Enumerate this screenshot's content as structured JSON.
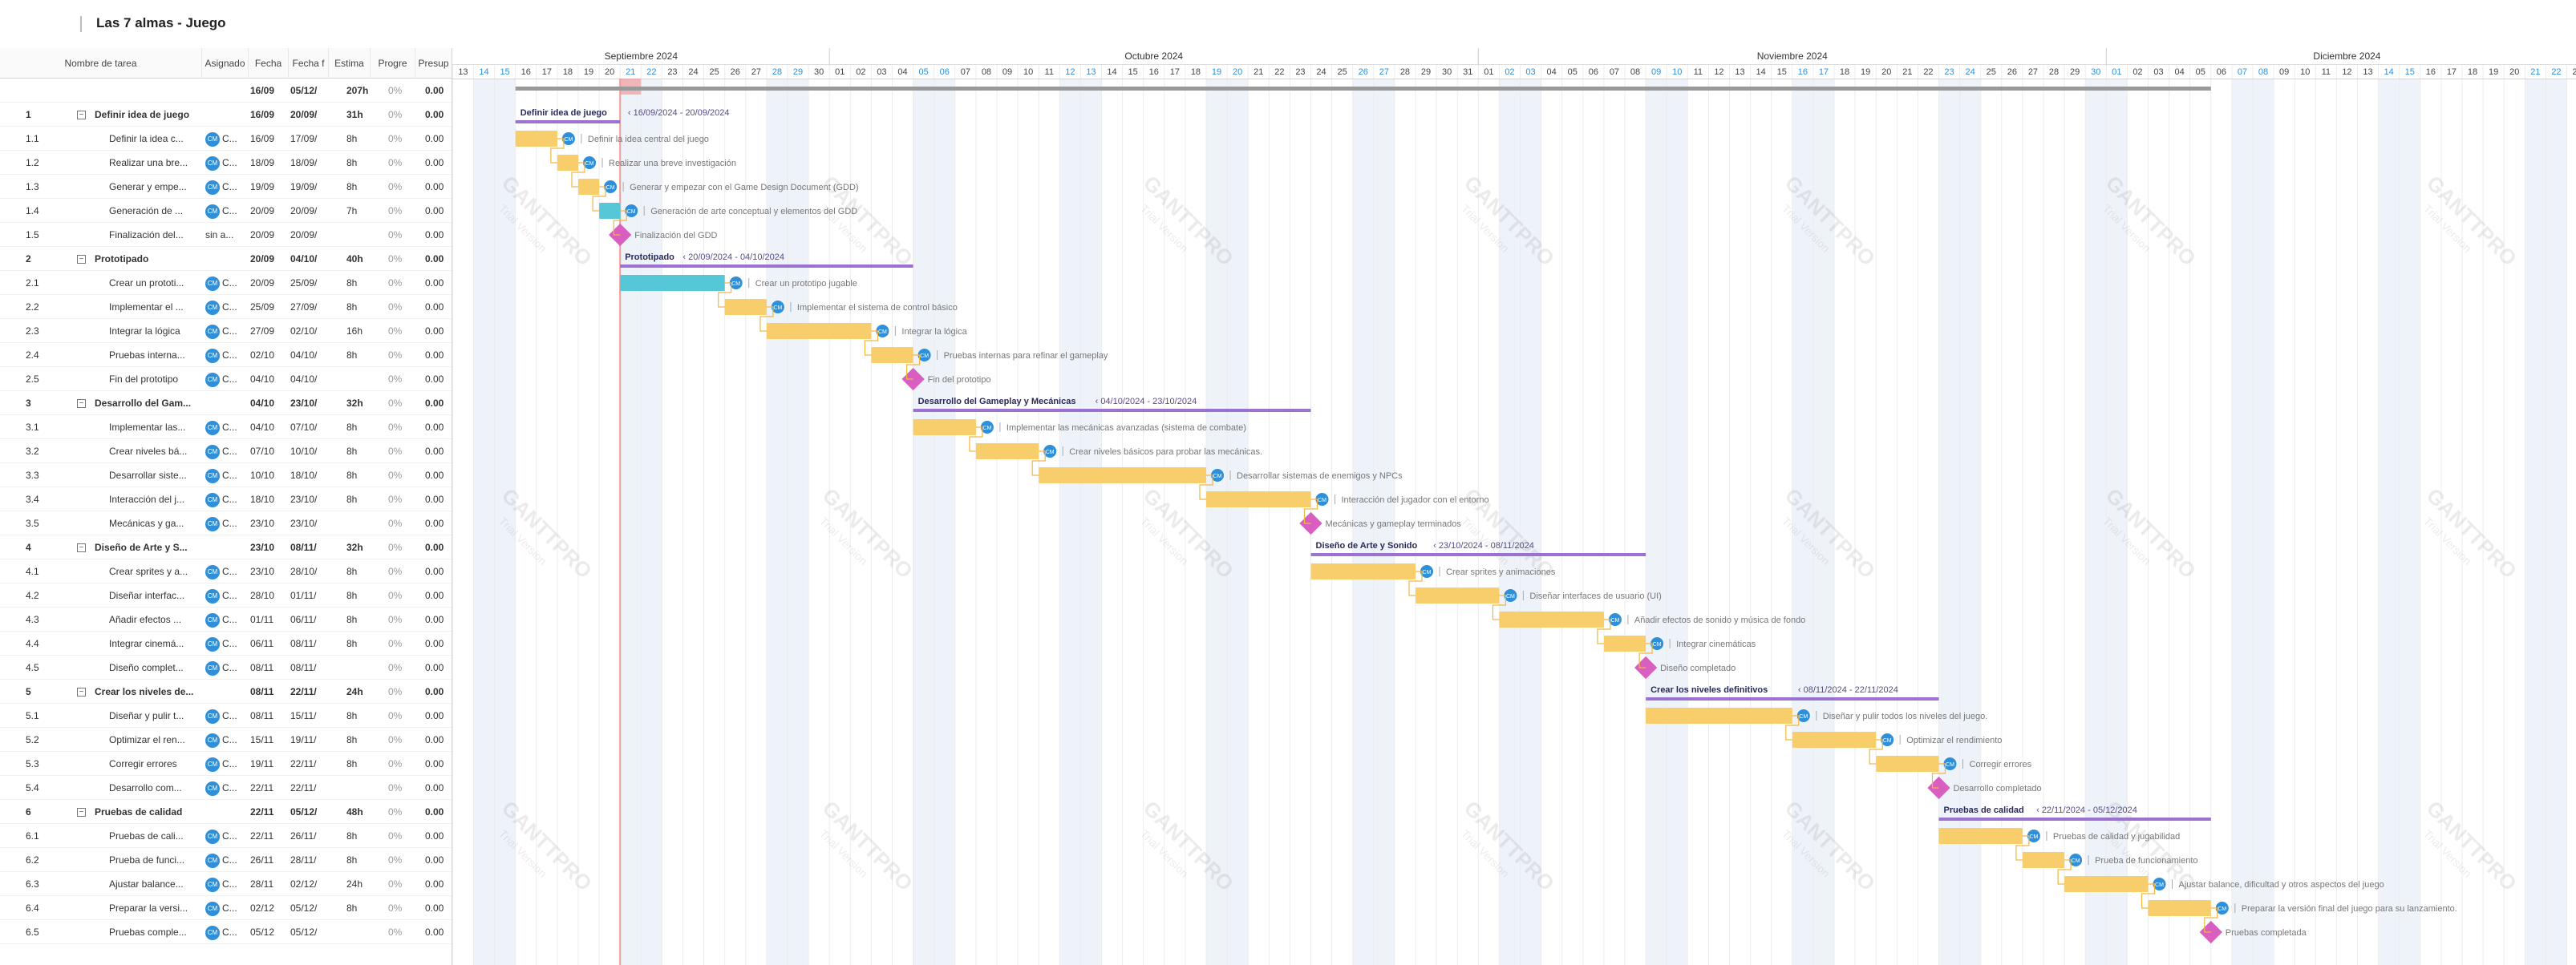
{
  "app": {
    "title": "Las 7 almas - Juego"
  },
  "columns": {
    "name": "Nombre de tarea",
    "assignee": "Asignado",
    "start": "Fecha",
    "end": "Fecha f",
    "estimate": "Estima",
    "progress": "Progre",
    "budget": "Presup"
  },
  "summary_row": {
    "start": "16/09",
    "end": "05/12/",
    "estimate": "207h",
    "progress": "0%",
    "budget": "0.00"
  },
  "avatar_initials": "CM",
  "colors": {
    "group_bar": "#9b72d0",
    "task_bar": "#f8cd6b",
    "done_bar": "#56c7d6",
    "milestone": "#d85ec0",
    "today_line": "#f19a9a",
    "avatar": "#2f8fd8",
    "weekend": "#eef3fa",
    "link": "#f3b640"
  },
  "months": [
    {
      "label": "Septiembre 2024"
    },
    {
      "label": "Octubre 2024"
    },
    {
      "label": "Noviembre 2024"
    },
    {
      "label": "Diciembre 2024"
    }
  ],
  "watermark": {
    "title": "GANTTPRO",
    "subtitle": "Trial Version"
  },
  "tasks": [
    {
      "wbs": "1",
      "name": "Definir idea de juego",
      "start": "16/09",
      "end": "20/09/",
      "est": "31h",
      "prog": "0%",
      "budget": "0.00",
      "type": "group",
      "chart_label": "Definir idea de juego",
      "chart_dates": "16/09/2024 - 20/09/2024",
      "d0": 0,
      "d1": 5
    },
    {
      "wbs": "1.1",
      "name": "Definir la idea c...",
      "assignee": "C...",
      "start": "16/09",
      "end": "17/09/",
      "est": "8h",
      "prog": "0%",
      "budget": "0.00",
      "type": "task",
      "chart_label": "Definir la idea central del juego",
      "d0": 0,
      "d1": 2
    },
    {
      "wbs": "1.2",
      "name": "Realizar una bre...",
      "assignee": "C...",
      "start": "18/09",
      "end": "18/09/",
      "est": "8h",
      "prog": "0%",
      "budget": "0.00",
      "type": "task",
      "chart_label": "Realizar una breve investigación",
      "d0": 2,
      "d1": 3
    },
    {
      "wbs": "1.3",
      "name": "Generar y empe...",
      "assignee": "C...",
      "start": "19/09",
      "end": "19/09/",
      "est": "8h",
      "prog": "0%",
      "budget": "0.00",
      "type": "task",
      "chart_label": "Generar y empezar con el Game Design Document (GDD)",
      "d0": 3,
      "d1": 4
    },
    {
      "wbs": "1.4",
      "name": "Generación de ...",
      "assignee": "C...",
      "start": "20/09",
      "end": "20/09/",
      "est": "7h",
      "prog": "0%",
      "budget": "0.00",
      "type": "done",
      "chart_label": "Generación de arte conceptual y elementos del GDD",
      "d0": 4,
      "d1": 5
    },
    {
      "wbs": "1.5",
      "name": "Finalización del...",
      "assignee": "sin a...",
      "start": "20/09",
      "end": "20/09/",
      "est": "",
      "prog": "0%",
      "budget": "0.00",
      "type": "milestone",
      "chart_label": "Finalización del GDD",
      "d0": 5,
      "d1": 5
    },
    {
      "wbs": "2",
      "name": "Prototipado",
      "start": "20/09",
      "end": "04/10/",
      "est": "40h",
      "prog": "0%",
      "budget": "0.00",
      "type": "group",
      "chart_label": "Prototipado",
      "chart_dates": "20/09/2024 - 04/10/2024",
      "d0": 5,
      "d1": 19
    },
    {
      "wbs": "2.1",
      "name": "Crear un prototi...",
      "assignee": "C...",
      "start": "20/09",
      "end": "25/09/",
      "est": "8h",
      "prog": "0%",
      "budget": "0.00",
      "type": "done",
      "chart_label": "Crear un prototipo jugable",
      "d0": 5,
      "d1": 10
    },
    {
      "wbs": "2.2",
      "name": "Implementar el ...",
      "assignee": "C...",
      "start": "25/09",
      "end": "27/09/",
      "est": "8h",
      "prog": "0%",
      "budget": "0.00",
      "type": "task",
      "chart_label": "Implementar el sistema de control básico",
      "d0": 10,
      "d1": 12
    },
    {
      "wbs": "2.3",
      "name": "Integrar la lógica",
      "assignee": "C...",
      "start": "27/09",
      "end": "02/10/",
      "est": "16h",
      "prog": "0%",
      "budget": "0.00",
      "type": "task",
      "chart_label": "Integrar la lógica",
      "d0": 12,
      "d1": 17
    },
    {
      "wbs": "2.4",
      "name": "Pruebas interna...",
      "assignee": "C...",
      "start": "02/10",
      "end": "04/10/",
      "est": "8h",
      "prog": "0%",
      "budget": "0.00",
      "type": "task",
      "chart_label": "Pruebas internas para refinar el gameplay",
      "d0": 17,
      "d1": 19
    },
    {
      "wbs": "2.5",
      "name": "Fin del prototipo",
      "assignee": "C...",
      "start": "04/10",
      "end": "04/10/",
      "est": "",
      "prog": "0%",
      "budget": "0.00",
      "type": "milestone",
      "chart_label": "Fin del prototipo",
      "d0": 19,
      "d1": 19
    },
    {
      "wbs": "3",
      "name": "Desarrollo del Gam...",
      "start": "04/10",
      "end": "23/10/",
      "est": "32h",
      "prog": "0%",
      "budget": "0.00",
      "type": "group",
      "chart_label": "Desarrollo del Gameplay y Mecánicas",
      "chart_dates": "04/10/2024 - 23/10/2024",
      "d0": 19,
      "d1": 38
    },
    {
      "wbs": "3.1",
      "name": "Implementar las...",
      "assignee": "C...",
      "start": "04/10",
      "end": "07/10/",
      "est": "8h",
      "prog": "0%",
      "budget": "0.00",
      "type": "task",
      "chart_label": "Implementar las mecánicas avanzadas (sistema de combate)",
      "d0": 19,
      "d1": 22
    },
    {
      "wbs": "3.2",
      "name": "Crear niveles bá...",
      "assignee": "C...",
      "start": "07/10",
      "end": "10/10/",
      "est": "8h",
      "prog": "0%",
      "budget": "0.00",
      "type": "task",
      "chart_label": "Crear niveles básicos para probar las mecánicas.",
      "d0": 22,
      "d1": 25
    },
    {
      "wbs": "3.3",
      "name": "Desarrollar siste...",
      "assignee": "C...",
      "start": "10/10",
      "end": "18/10/",
      "est": "8h",
      "prog": "0%",
      "budget": "0.00",
      "type": "task",
      "chart_label": "Desarrollar sistemas de enemigos y NPCs",
      "d0": 25,
      "d1": 33
    },
    {
      "wbs": "3.4",
      "name": "Interacción del j...",
      "assignee": "C...",
      "start": "18/10",
      "end": "23/10/",
      "est": "8h",
      "prog": "0%",
      "budget": "0.00",
      "type": "task",
      "chart_label": "Interacción del jugador con el entorno",
      "d0": 33,
      "d1": 38
    },
    {
      "wbs": "3.5",
      "name": "Mecánicas y ga...",
      "assignee": "C...",
      "start": "23/10",
      "end": "23/10/",
      "est": "",
      "prog": "0%",
      "budget": "0.00",
      "type": "milestone",
      "chart_label": "Mecánicas y gameplay terminados",
      "d0": 38,
      "d1": 38
    },
    {
      "wbs": "4",
      "name": "Diseño de Arte y S...",
      "start": "23/10",
      "end": "08/11/",
      "est": "32h",
      "prog": "0%",
      "budget": "0.00",
      "type": "group",
      "chart_label": "Diseño de Arte y Sonido",
      "chart_dates": "23/10/2024 - 08/11/2024",
      "d0": 38,
      "d1": 54
    },
    {
      "wbs": "4.1",
      "name": "Crear sprites y a...",
      "assignee": "C...",
      "start": "23/10",
      "end": "28/10/",
      "est": "8h",
      "prog": "0%",
      "budget": "0.00",
      "type": "task",
      "chart_label": "Crear sprites y animaciones",
      "d0": 38,
      "d1": 43
    },
    {
      "wbs": "4.2",
      "name": "Diseñar interfac...",
      "assignee": "C...",
      "start": "28/10",
      "end": "01/11/",
      "est": "8h",
      "prog": "0%",
      "budget": "0.00",
      "type": "task",
      "chart_label": "Diseñar interfaces de usuario (UI)",
      "d0": 43,
      "d1": 47
    },
    {
      "wbs": "4.3",
      "name": "Añadir efectos ...",
      "assignee": "C...",
      "start": "01/11",
      "end": "06/11/",
      "est": "8h",
      "prog": "0%",
      "budget": "0.00",
      "type": "task",
      "chart_label": "Añadir efectos de sonido y música de fondo",
      "d0": 47,
      "d1": 52
    },
    {
      "wbs": "4.4",
      "name": "Integrar cinemá...",
      "assignee": "C...",
      "start": "06/11",
      "end": "08/11/",
      "est": "8h",
      "prog": "0%",
      "budget": "0.00",
      "type": "task",
      "chart_label": "Integrar cinemáticas",
      "d0": 52,
      "d1": 54
    },
    {
      "wbs": "4.5",
      "name": "Diseño complet...",
      "assignee": "C...",
      "start": "08/11",
      "end": "08/11/",
      "est": "",
      "prog": "0%",
      "budget": "0.00",
      "type": "milestone",
      "chart_label": "Diseño completado",
      "d0": 54,
      "d1": 54
    },
    {
      "wbs": "5",
      "name": "Crear los niveles de...",
      "start": "08/11",
      "end": "22/11/",
      "est": "24h",
      "prog": "0%",
      "budget": "0.00",
      "type": "group",
      "chart_label": "Crear los niveles definitivos",
      "chart_dates": "08/11/2024 - 22/11/2024",
      "d0": 54,
      "d1": 68
    },
    {
      "wbs": "5.1",
      "name": "Diseñar y pulir t...",
      "assignee": "C...",
      "start": "08/11",
      "end": "15/11/",
      "est": "8h",
      "prog": "0%",
      "budget": "0.00",
      "type": "task",
      "chart_label": "Diseñar y pulir todos los niveles del juego.",
      "d0": 54,
      "d1": 61
    },
    {
      "wbs": "5.2",
      "name": "Optimizar el ren...",
      "assignee": "C...",
      "start": "15/11",
      "end": "19/11/",
      "est": "8h",
      "prog": "0%",
      "budget": "0.00",
      "type": "task",
      "chart_label": "Optimizar el rendimiento",
      "d0": 61,
      "d1": 65
    },
    {
      "wbs": "5.3",
      "name": "Corregir errores",
      "assignee": "C...",
      "start": "19/11",
      "end": "22/11/",
      "est": "8h",
      "prog": "0%",
      "budget": "0.00",
      "type": "task",
      "chart_label": "Corregir errores",
      "d0": 65,
      "d1": 68
    },
    {
      "wbs": "5.4",
      "name": "Desarrollo com...",
      "assignee": "C...",
      "start": "22/11",
      "end": "22/11/",
      "est": "",
      "prog": "0%",
      "budget": "0.00",
      "type": "milestone",
      "chart_label": "Desarrollo completado",
      "d0": 68,
      "d1": 68
    },
    {
      "wbs": "6",
      "name": "Pruebas de calidad",
      "start": "22/11",
      "end": "05/12/",
      "est": "48h",
      "prog": "0%",
      "budget": "0.00",
      "type": "group",
      "chart_label": "Pruebas de calidad",
      "chart_dates": "22/11/2024 - 05/12/2024",
      "d0": 68,
      "d1": 81
    },
    {
      "wbs": "6.1",
      "name": "Pruebas de cali...",
      "assignee": "C...",
      "start": "22/11",
      "end": "26/11/",
      "est": "8h",
      "prog": "0%",
      "budget": "0.00",
      "type": "task",
      "chart_label": "Pruebas de calidad y jugabilidad",
      "d0": 68,
      "d1": 72
    },
    {
      "wbs": "6.2",
      "name": "Prueba de funci...",
      "assignee": "C...",
      "start": "26/11",
      "end": "28/11/",
      "est": "8h",
      "prog": "0%",
      "budget": "0.00",
      "type": "task",
      "chart_label": "Prueba de funcionamiento",
      "d0": 72,
      "d1": 74
    },
    {
      "wbs": "6.3",
      "name": "Ajustar balance...",
      "assignee": "C...",
      "start": "28/11",
      "end": "02/12/",
      "est": "24h",
      "prog": "0%",
      "budget": "0.00",
      "type": "task",
      "chart_label": "Ajustar balance, dificultad y otros aspectos del juego",
      "d0": 74,
      "d1": 78
    },
    {
      "wbs": "6.4",
      "name": "Preparar la versi...",
      "assignee": "C...",
      "start": "02/12",
      "end": "05/12/",
      "est": "8h",
      "prog": "0%",
      "budget": "0.00",
      "type": "task",
      "chart_label": "Preparar la versión final del juego para su lanzamiento.",
      "d0": 78,
      "d1": 81
    },
    {
      "wbs": "6.5",
      "name": "Pruebas comple...",
      "assignee": "C...",
      "start": "05/12",
      "end": "05/12/",
      "est": "",
      "prog": "0%",
      "budget": "0.00",
      "type": "milestone",
      "chart_label": "Pruebas completada",
      "d0": 81,
      "d1": 81
    }
  ]
}
